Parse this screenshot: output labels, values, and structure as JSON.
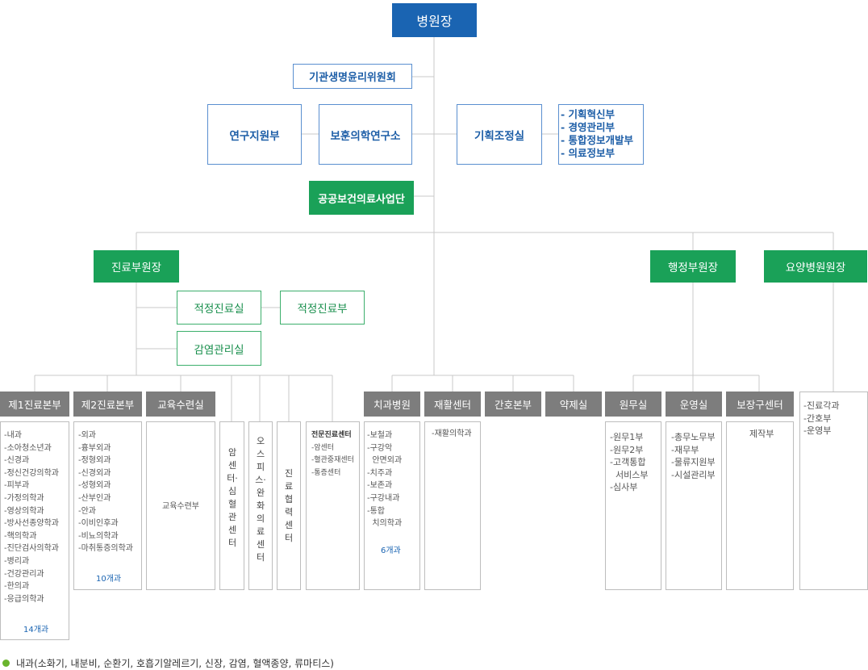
{
  "top": {
    "director": "병원장"
  },
  "advisory": {
    "irb": "기관생명윤리위원회",
    "research_support": "연구지원부",
    "veterans_institute": "보훈의학연구소",
    "planning": "기획조정실",
    "planning_subs": [
      "- 기획혁신부",
      "- 경영관리부",
      "- 통합정보개발부",
      "- 의료정보부"
    ],
    "public_health": "공공보건의료사업단"
  },
  "vice": {
    "medical": "진료부원장",
    "admin": "행정부원장",
    "nursing_home": "요양병원원장"
  },
  "med_sub": {
    "appropriate_office": "적정진료실",
    "appropriate_dept": "적정진료부",
    "infection": "감염관리실"
  },
  "depts": {
    "div1": "제1진료본부",
    "div2": "제2진료본부",
    "education": "교육수련실",
    "dental": "치과병원",
    "rehab": "재활센터",
    "nursing": "간호본부",
    "pharmacy": "약제실",
    "admin_office": "원무실",
    "operations": "운영실",
    "prosthetics": "보장구센터"
  },
  "lists": {
    "div1": [
      "-내과",
      "-소아청소년과",
      "-신경과",
      "-정신건강의학과",
      "-피부과",
      "-가정의학과",
      "-영상의학과",
      "-방사선종양학과",
      "-핵의학과",
      "-진단검사의학과",
      "-병리과",
      "-건강관리과",
      "-한의과",
      "-응급의학과"
    ],
    "div1_count": "14개과",
    "div2": [
      "-외과",
      "-흉부외과",
      "-정형외과",
      "-신경외과",
      "-성형외과",
      "-산부인과",
      "-안과",
      "-이비인후과",
      "-비뇨의학과",
      "-마취통증의학과"
    ],
    "div2_count": "10개과",
    "education": "교육수련부",
    "cancer_center": "암센터·심혈관센터",
    "hospice_center": "오스피스·완화의료센터",
    "cooperation_center": "진료협력센터",
    "specialty": [
      "전문진료센터",
      "-암센터",
      "-혈관중재센터",
      "-통증센터"
    ],
    "dental": [
      "-보철과",
      "-구강악",
      "  안면외과",
      "-치주과",
      "-보존과",
      "-구강내과",
      "-통합",
      "  치의학과"
    ],
    "dental_count": "6개과",
    "rehab": [
      "-재활의학과"
    ],
    "admin_office": [
      "-원무1부",
      "-원무2부",
      "-고객통합",
      "  서비스부",
      "-심사부"
    ],
    "operations": [
      "-총무노무부",
      "-재무부",
      "-물류지원부",
      "-시설관리부"
    ],
    "prosthetics": "제작부",
    "nursing_home": [
      "-진료각과",
      "-간호부",
      "-운영부"
    ]
  },
  "footnote": "내과(소화기, 내분비, 순환기, 호흡기알레르기, 신장, 감염, 혈액종양, 류마티스)",
  "colors": {
    "blue": "#1a64b2",
    "green": "#1aa158",
    "gray": "#7d7d7d",
    "line": "#c8c8c8"
  }
}
